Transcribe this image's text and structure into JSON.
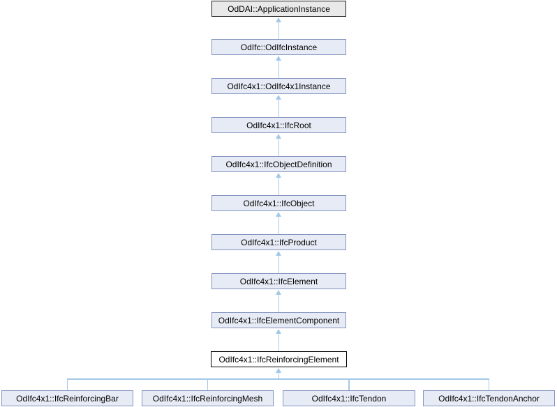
{
  "diagram": {
    "kind": "class-inheritance-graph",
    "chain": [
      {
        "label": "OdDAI::ApplicationInstance",
        "style": "gray"
      },
      {
        "label": "OdIfc::OdIfcInstance",
        "style": "normal"
      },
      {
        "label": "OdIfc4x1::OdIfc4x1Instance",
        "style": "normal"
      },
      {
        "label": "OdIfc4x1::IfcRoot",
        "style": "normal"
      },
      {
        "label": "OdIfc4x1::IfcObjectDefinition",
        "style": "normal"
      },
      {
        "label": "OdIfc4x1::IfcObject",
        "style": "normal"
      },
      {
        "label": "OdIfc4x1::IfcProduct",
        "style": "normal"
      },
      {
        "label": "OdIfc4x1::IfcElement",
        "style": "normal"
      },
      {
        "label": "OdIfc4x1::IfcElementComponent",
        "style": "normal"
      },
      {
        "label": "OdIfc4x1::IfcReinforcingElement",
        "style": "current"
      }
    ],
    "children": [
      {
        "label": "OdIfc4x1::IfcReinforcingBar"
      },
      {
        "label": "OdIfc4x1::IfcReinforcingMesh"
      },
      {
        "label": "OdIfc4x1::IfcTendon"
      },
      {
        "label": "OdIfc4x1::IfcTendonAnchor"
      }
    ],
    "colors": {
      "background": "#ffffff",
      "text": "#000000",
      "node_fill": "#e7ebf5",
      "node_border": "#8494c0",
      "gray_fill": "#e9e9e9",
      "gray_border": "#1a1a1a",
      "current_fill": "#ffffff",
      "current_border": "#000000",
      "edge": "#a3c8e8"
    }
  }
}
